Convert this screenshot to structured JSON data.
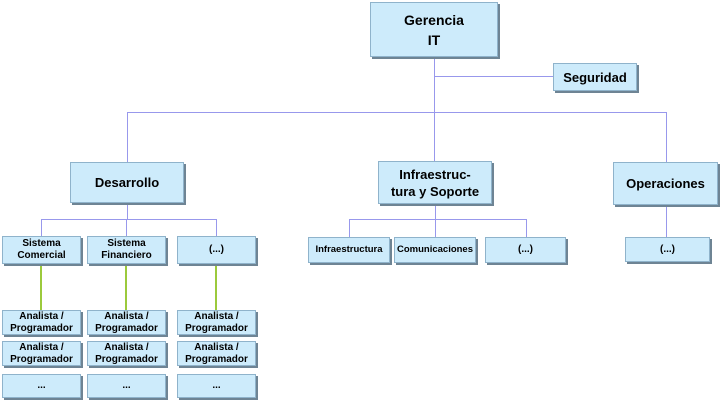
{
  "palette": {
    "background": "#FFFFFF",
    "box_fill": "#CDEBFB",
    "box_border": "#8FB3CB",
    "box_shadow": "#6E8494",
    "connector": "#9898EC",
    "connector_reports": "#9CCA3C",
    "text": "#000000"
  },
  "org": {
    "gerencia_it": {
      "label": "Gerencia\nIT"
    },
    "seguridad": {
      "label": "Seguridad"
    },
    "desarrollo": {
      "label": "Desarrollo"
    },
    "infraestructura_soporte": {
      "label": "Infraestruc-\ntura y Soporte"
    },
    "operaciones": {
      "label": "Operaciones"
    },
    "desarrollo_children": {
      "sistema_comercial": {
        "label": "Sistema\nComercial"
      },
      "sistema_financiero": {
        "label": "Sistema\nFinanciero"
      },
      "otros": {
        "label": "(...)"
      }
    },
    "infraestructura_children": {
      "infraestructura": {
        "label": "Infraestructura"
      },
      "comunicaciones": {
        "label": "Comunicaciones"
      },
      "otros": {
        "label": "(...)"
      }
    },
    "operaciones_children": {
      "otros": {
        "label": "(...)"
      }
    },
    "team_labels": {
      "analista": "Analista /\nProgramador",
      "more": "..."
    }
  }
}
